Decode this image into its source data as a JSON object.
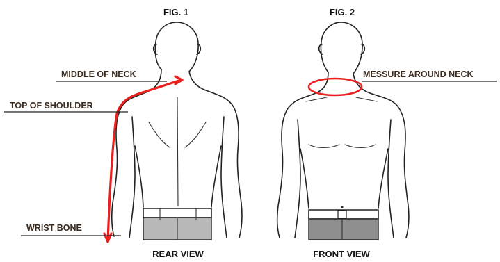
{
  "figures": [
    {
      "id": "fig1",
      "title": "FIG. 1",
      "view": "REAR VIEW"
    },
    {
      "id": "fig2",
      "title": "FIG. 2",
      "view": "FRONT VIEW"
    }
  ],
  "callouts": {
    "middle_of_neck": "MIDDLE OF NECK",
    "top_of_shoulder": "TOP OF SHOULDER",
    "wrist_bone": "WRIST BONE",
    "measure_around_neck": "MESSURE AROUND NECK"
  },
  "colors": {
    "accent": "#e8201e",
    "label_text": "#3a2a1e",
    "outline": "#222222"
  }
}
